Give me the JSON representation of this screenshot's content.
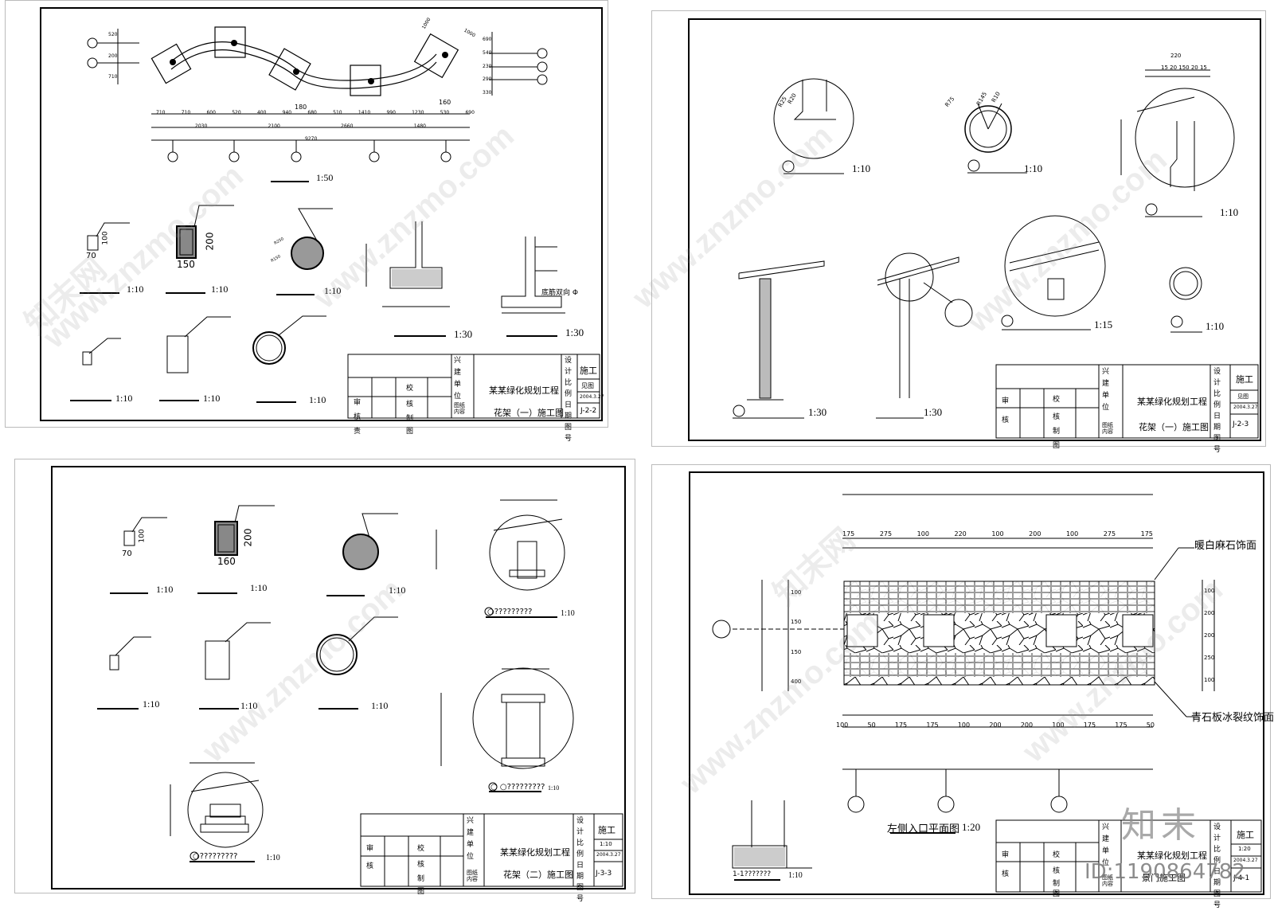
{
  "watermark": {
    "site": "www.znzmo.com",
    "brand": "知末网",
    "logo": "知末",
    "id": "ID:1190864782"
  },
  "sheet1": {
    "scales": [
      "1:50",
      "1:10",
      "1:10",
      "1:10",
      "1:30",
      "1:30",
      "1:10",
      "1:10",
      "1:10"
    ],
    "plan_dims": [
      "710",
      "710",
      "600",
      "520",
      "400",
      "940",
      "680",
      "510",
      "1410",
      "990",
      "1230",
      "530",
      "690"
    ],
    "plan_dims_2": [
      "2030",
      "2100",
      "2660",
      "1480"
    ],
    "plan_total": "9270",
    "top_vals": [
      "180",
      "160"
    ],
    "left_dims": [
      "520",
      "200",
      "710"
    ],
    "right_dims": [
      "690",
      "540",
      "230",
      "290",
      "330"
    ],
    "rot_dims": [
      "1000",
      "1000"
    ],
    "sec_dims": [
      "100",
      "70",
      "200",
      "150"
    ],
    "circle_labels": [
      "R250",
      "R150"
    ],
    "footing_notes": [
      "底筋双向 Φ"
    ],
    "title_block": {
      "project": "某某绿化规划工程",
      "drawing": "花架（一）施工图",
      "code": "J-2-2",
      "stage": "施工",
      "scale": "见图",
      "date": "2004.3.27",
      "company": "兴建单位",
      "roles": [
        "审",
        "核",
        "校",
        "核",
        "制",
        "图"
      ],
      "cols": [
        "设计",
        "比例",
        "日期",
        "图号"
      ],
      "content_label": "图纸内容",
      "responsible": "责"
    }
  },
  "sheet2": {
    "scales": [
      "1:10",
      "1:10",
      "1:10",
      "1:30",
      "1:30",
      "1:15",
      "1:10"
    ],
    "dims_top": "220",
    "dims_sub": "15 20 150 20 15",
    "labels": [
      "R75",
      "R145",
      "R10",
      "R25",
      "R20"
    ],
    "title_block": {
      "project": "某某绿化规划工程",
      "drawing": "花架（一）施工图",
      "code": "J-2-3",
      "stage": "施工",
      "scale": "见图",
      "date": "2004.3.27",
      "company": "兴建单位",
      "roles": [
        "审",
        "核",
        "校",
        "核",
        "制",
        "图"
      ],
      "cols": [
        "设计",
        "比例",
        "日期",
        "图号"
      ],
      "content_label": "图纸内容"
    }
  },
  "sheet3": {
    "scales": [
      "1:10",
      "1:10",
      "1:10",
      "1:10",
      "1:10",
      "1:10",
      "1:10",
      "1:10",
      "1:10"
    ],
    "sec_dims": [
      "100",
      "70",
      "200",
      "160"
    ],
    "detail_labels": [
      "○?????????",
      "○ ○?????????",
      "○?????????"
    ],
    "title_block": {
      "project": "某某绿化规划工程",
      "drawing": "花架（二）施工图",
      "code": "J-3-3",
      "stage": "施工",
      "scale": "1:10",
      "date": "2004.3.27",
      "company": "兴建单位",
      "roles": [
        "审",
        "核",
        "校",
        "核",
        "制",
        "图"
      ],
      "cols": [
        "设计",
        "比例",
        "日期",
        "图号"
      ],
      "content_label": "图纸内容"
    }
  },
  "sheet4": {
    "callouts": [
      "暖白麻石饰面",
      "青石板冰裂纹饰面"
    ],
    "plan_title": "左侧入口平面图",
    "plan_scale": "1:20",
    "section_label": "1-1???????",
    "section_scale": "1:10",
    "top_dims": [
      "175",
      "275",
      "100",
      "220",
      "100",
      "200",
      "100",
      "275",
      "175"
    ],
    "bottom_dims": [
      "100",
      "50",
      "175",
      "175",
      "100",
      "200",
      "200",
      "100",
      "175",
      "175",
      "50"
    ],
    "left_dims": [
      "400",
      "150",
      "150",
      "100"
    ],
    "right_dims": [
      "100",
      "200",
      "200",
      "250",
      "100"
    ],
    "title_block": {
      "project": "某某绿化规划工程",
      "drawing": "景门施工图",
      "code": "J-4-1",
      "stage": "施工",
      "scale": "1:20",
      "date": "2004.3.27",
      "company": "兴建单位",
      "roles": [
        "审",
        "核",
        "校",
        "核",
        "制",
        "图"
      ],
      "cols": [
        "设计",
        "比例",
        "日期",
        "图号"
      ],
      "content_label": "图纸内容"
    }
  }
}
